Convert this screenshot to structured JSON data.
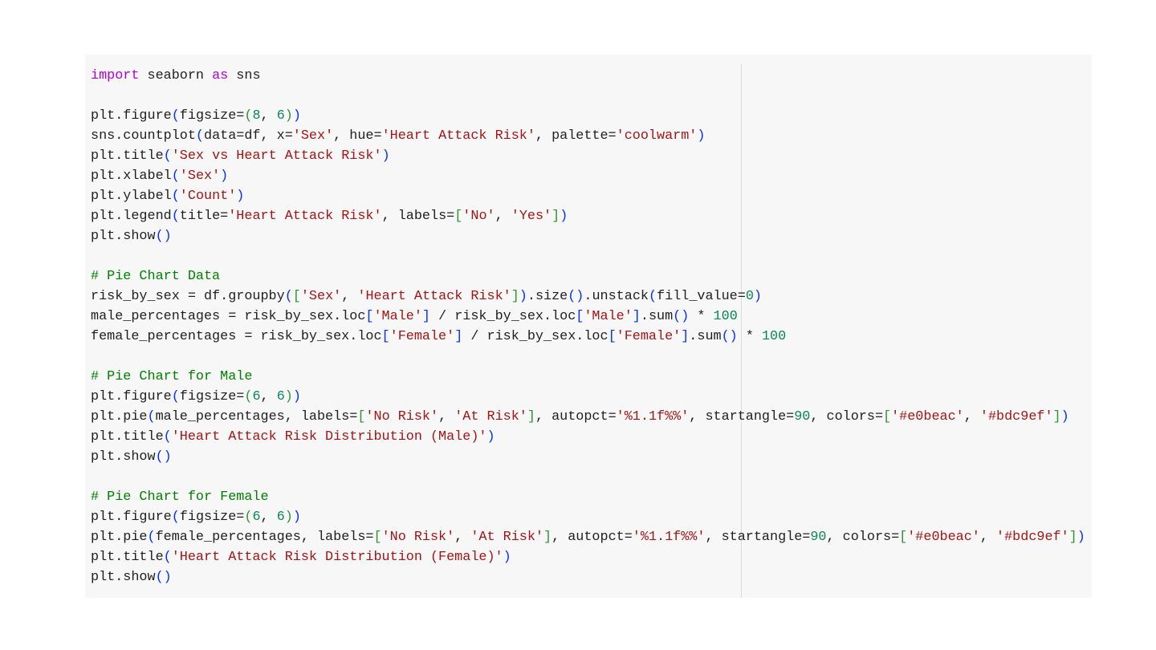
{
  "code_lines": [
    [
      [
        "k",
        "import"
      ],
      [
        "t",
        " seaborn "
      ],
      [
        "k",
        "as"
      ],
      [
        "t",
        " sns"
      ]
    ],
    [],
    [
      [
        "t",
        "plt.figure"
      ],
      [
        "p1",
        "("
      ],
      [
        "t",
        "figsize="
      ],
      [
        "p2",
        "("
      ],
      [
        "n",
        "8"
      ],
      [
        "t",
        ", "
      ],
      [
        "n",
        "6"
      ],
      [
        "p2",
        ")"
      ],
      [
        "p1",
        ")"
      ]
    ],
    [
      [
        "t",
        "sns.countplot"
      ],
      [
        "p1",
        "("
      ],
      [
        "t",
        "data=df, x="
      ],
      [
        "s",
        "'Sex'"
      ],
      [
        "t",
        ", hue="
      ],
      [
        "s",
        "'Heart Attack Risk'"
      ],
      [
        "t",
        ", palette="
      ],
      [
        "s",
        "'coolwarm'"
      ],
      [
        "p1",
        ")"
      ]
    ],
    [
      [
        "t",
        "plt.title"
      ],
      [
        "p1",
        "("
      ],
      [
        "s",
        "'Sex vs Heart Attack Risk'"
      ],
      [
        "p1",
        ")"
      ]
    ],
    [
      [
        "t",
        "plt.xlabel"
      ],
      [
        "p1",
        "("
      ],
      [
        "s",
        "'Sex'"
      ],
      [
        "p1",
        ")"
      ]
    ],
    [
      [
        "t",
        "plt.ylabel"
      ],
      [
        "p1",
        "("
      ],
      [
        "s",
        "'Count'"
      ],
      [
        "p1",
        ")"
      ]
    ],
    [
      [
        "t",
        "plt.legend"
      ],
      [
        "p1",
        "("
      ],
      [
        "t",
        "title="
      ],
      [
        "s",
        "'Heart Attack Risk'"
      ],
      [
        "t",
        ", labels="
      ],
      [
        "p2",
        "["
      ],
      [
        "s",
        "'No'"
      ],
      [
        "t",
        ", "
      ],
      [
        "s",
        "'Yes'"
      ],
      [
        "p2",
        "]"
      ],
      [
        "p1",
        ")"
      ]
    ],
    [
      [
        "t",
        "plt.show"
      ],
      [
        "p1",
        "()"
      ]
    ],
    [],
    [
      [
        "c",
        "# Pie Chart Data"
      ]
    ],
    [
      [
        "t",
        "risk_by_sex = df.groupby"
      ],
      [
        "p1",
        "("
      ],
      [
        "p2",
        "["
      ],
      [
        "s",
        "'Sex'"
      ],
      [
        "t",
        ", "
      ],
      [
        "s",
        "'Heart Attack Risk'"
      ],
      [
        "p2",
        "]"
      ],
      [
        "p1",
        ")"
      ],
      [
        "t",
        ".size"
      ],
      [
        "p1",
        "()"
      ],
      [
        "t",
        ".unstack"
      ],
      [
        "p1",
        "("
      ],
      [
        "t",
        "fill_value="
      ],
      [
        "n",
        "0"
      ],
      [
        "p1",
        ")"
      ]
    ],
    [
      [
        "t",
        "male_percentages = risk_by_sex.loc"
      ],
      [
        "p1",
        "["
      ],
      [
        "s",
        "'Male'"
      ],
      [
        "p1",
        "]"
      ],
      [
        "t",
        " / risk_by_sex.loc"
      ],
      [
        "p1",
        "["
      ],
      [
        "s",
        "'Male'"
      ],
      [
        "p1",
        "]"
      ],
      [
        "t",
        ".sum"
      ],
      [
        "p1",
        "()"
      ],
      [
        "t",
        " * "
      ],
      [
        "n",
        "100"
      ]
    ],
    [
      [
        "t",
        "female_percentages = risk_by_sex.loc"
      ],
      [
        "p1",
        "["
      ],
      [
        "s",
        "'Female'"
      ],
      [
        "p1",
        "]"
      ],
      [
        "t",
        " / risk_by_sex.loc"
      ],
      [
        "p1",
        "["
      ],
      [
        "s",
        "'Female'"
      ],
      [
        "p1",
        "]"
      ],
      [
        "t",
        ".sum"
      ],
      [
        "p1",
        "()"
      ],
      [
        "t",
        " * "
      ],
      [
        "n",
        "100"
      ]
    ],
    [],
    [
      [
        "c",
        "# Pie Chart for Male"
      ]
    ],
    [
      [
        "t",
        "plt.figure"
      ],
      [
        "p1",
        "("
      ],
      [
        "t",
        "figsize="
      ],
      [
        "p2",
        "("
      ],
      [
        "n",
        "6"
      ],
      [
        "t",
        ", "
      ],
      [
        "n",
        "6"
      ],
      [
        "p2",
        ")"
      ],
      [
        "p1",
        ")"
      ]
    ],
    [
      [
        "t",
        "plt.pie"
      ],
      [
        "p1",
        "("
      ],
      [
        "t",
        "male_percentages, labels="
      ],
      [
        "p2",
        "["
      ],
      [
        "s",
        "'No Risk'"
      ],
      [
        "t",
        ", "
      ],
      [
        "s",
        "'At Risk'"
      ],
      [
        "p2",
        "]"
      ],
      [
        "t",
        ", autopct="
      ],
      [
        "s",
        "'%1.1f%%'"
      ],
      [
        "t",
        ", startangle="
      ],
      [
        "n",
        "90"
      ],
      [
        "t",
        ", colors="
      ],
      [
        "p2",
        "["
      ],
      [
        "s",
        "'#e0beac'"
      ],
      [
        "t",
        ", "
      ],
      [
        "s",
        "'#bdc9ef'"
      ],
      [
        "p2",
        "]"
      ],
      [
        "p1",
        ")"
      ]
    ],
    [
      [
        "t",
        "plt.title"
      ],
      [
        "p1",
        "("
      ],
      [
        "s",
        "'Heart Attack Risk Distribution (Male)'"
      ],
      [
        "p1",
        ")"
      ]
    ],
    [
      [
        "t",
        "plt.show"
      ],
      [
        "p1",
        "()"
      ]
    ],
    [],
    [
      [
        "c",
        "# Pie Chart for Female"
      ]
    ],
    [
      [
        "t",
        "plt.figure"
      ],
      [
        "p1",
        "("
      ],
      [
        "t",
        "figsize="
      ],
      [
        "p2",
        "("
      ],
      [
        "n",
        "6"
      ],
      [
        "t",
        ", "
      ],
      [
        "n",
        "6"
      ],
      [
        "p2",
        ")"
      ],
      [
        "p1",
        ")"
      ]
    ],
    [
      [
        "t",
        "plt.pie"
      ],
      [
        "p1",
        "("
      ],
      [
        "t",
        "female_percentages, labels="
      ],
      [
        "p2",
        "["
      ],
      [
        "s",
        "'No Risk'"
      ],
      [
        "t",
        ", "
      ],
      [
        "s",
        "'At Risk'"
      ],
      [
        "p2",
        "]"
      ],
      [
        "t",
        ", autopct="
      ],
      [
        "s",
        "'%1.1f%%'"
      ],
      [
        "t",
        ", startangle="
      ],
      [
        "n",
        "90"
      ],
      [
        "t",
        ", colors="
      ],
      [
        "p2",
        "["
      ],
      [
        "s",
        "'#e0beac'"
      ],
      [
        "t",
        ", "
      ],
      [
        "s",
        "'#bdc9ef'"
      ],
      [
        "p2",
        "]"
      ],
      [
        "p1",
        ")"
      ]
    ],
    [
      [
        "t",
        "plt.title"
      ],
      [
        "p1",
        "("
      ],
      [
        "s",
        "'Heart Attack Risk Distribution (Female)'"
      ],
      [
        "p1",
        ")"
      ]
    ],
    [
      [
        "t",
        "plt.show"
      ],
      [
        "p1",
        "()"
      ]
    ]
  ]
}
